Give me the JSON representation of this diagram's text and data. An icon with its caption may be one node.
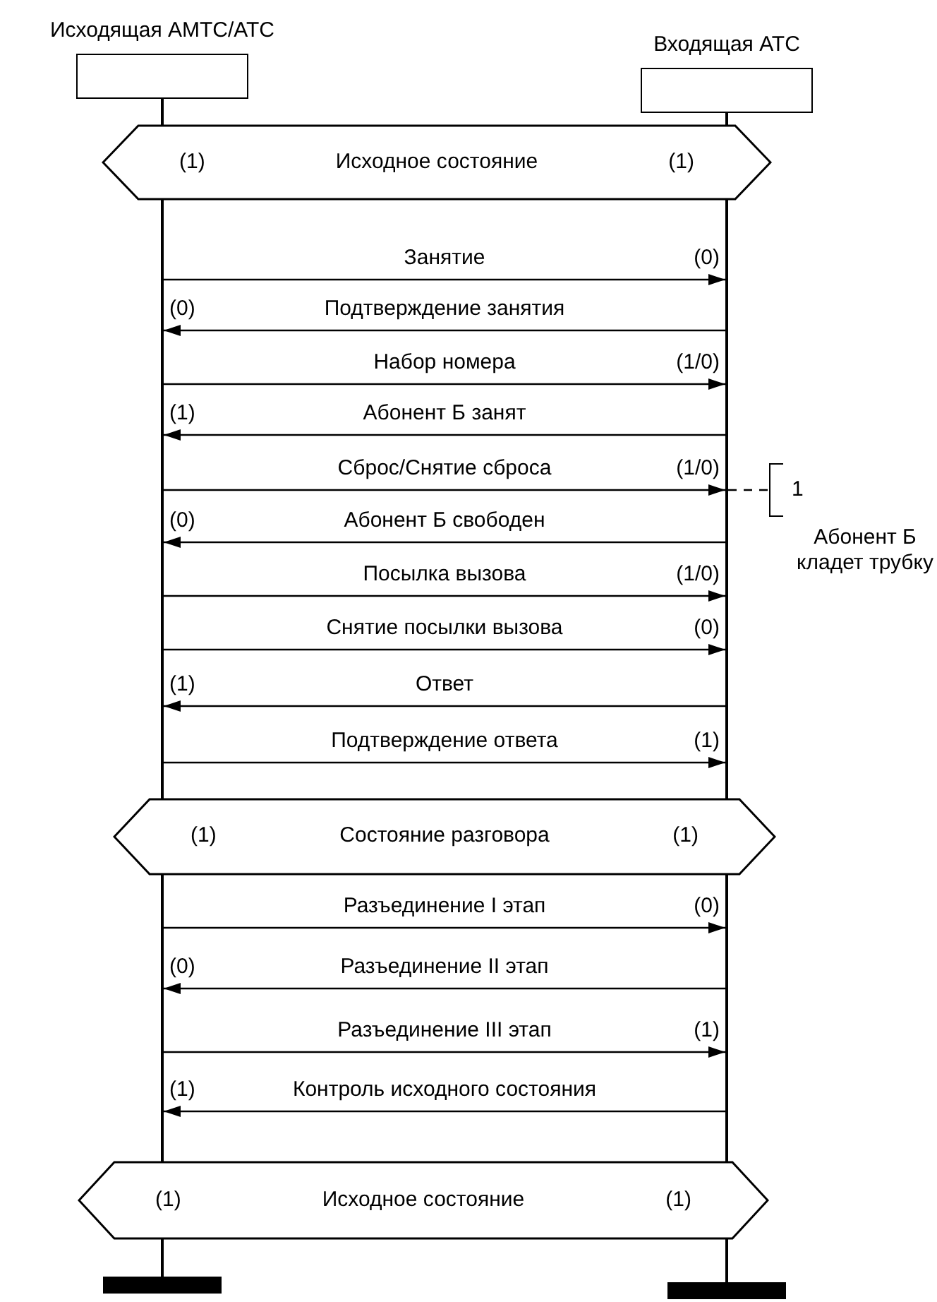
{
  "diagram": {
    "nodes": [
      {
        "text": [
          "Исходящая АМТС/АТС"
        ]
      },
      {
        "text": [
          "Входящая АТС"
        ]
      },
      {
        "text": [],
        "shape": "line"
      },
      {
        "text": [],
        "shape": "line"
      },
      {
        "text": [
          "(1)",
          "Исходное состояние",
          "(1)"
        ]
      },
      {
        "text": [
          "(1)",
          "Состояние разговора",
          "(1)"
        ]
      },
      {
        "text": [
          "(1)",
          "Исходное состояние",
          "(1)"
        ]
      },
      {
        "text": [],
        "shape": "bar"
      },
      {
        "text": [],
        "shape": "bar"
      },
      {
        "text": [
          "1"
        ],
        "beside": [
          "Абонент Б кладет трубку"
        ]
      }
    ],
    "edges": [
      {
        "from": 2,
        "to": 3,
        "arrow": "to",
        "label": "Занятие"
      },
      {
        "from": 3,
        "to": 2,
        "arrow": "to",
        "label": "Подтверждение занятия"
      },
      {
        "from": 2,
        "to": 3,
        "arrow": "to",
        "label": "Набор номера"
      },
      {
        "from": 3,
        "to": 2,
        "arrow": "to",
        "label": "Абонент Б занят"
      },
      {
        "from": 2,
        "to": 3,
        "arrow": "to",
        "label": "Сброс/Снятие сброса"
      },
      {
        "from": 3,
        "to": 2,
        "arrow": "to",
        "label": "Абонент Б свободен"
      },
      {
        "from": 2,
        "to": 3,
        "arrow": "to",
        "label": "Посылка вызова"
      },
      {
        "from": 2,
        "to": 3,
        "arrow": "to",
        "label": "Снятие посылки вызова"
      },
      {
        "from": 3,
        "to": 2,
        "arrow": "to",
        "label": "Ответ"
      },
      {
        "from": 2,
        "to": 3,
        "arrow": "to",
        "label": "Подтверждение ответа"
      },
      {
        "from": 2,
        "to": 3,
        "arrow": "to",
        "label": "Разъединение I этап"
      },
      {
        "from": 3,
        "to": 2,
        "arrow": "to",
        "label": "Разъединение II этап"
      },
      {
        "from": 2,
        "to": 3,
        "arrow": "to",
        "label": "Разъединение III этап"
      },
      {
        "from": 3,
        "to": 2,
        "arrow": "to",
        "label": "Контроль исходного состояния"
      },
      {
        "from": 3,
        "to": 9,
        "arrow": "none",
        "style": "dashed"
      }
    ],
    "labels": [
      "(0)",
      "(0)",
      "(1/0)",
      "(1)",
      "(1/0)",
      "(0)",
      "(1/0)",
      "(0)",
      "(1)",
      "(1)",
      "(0)",
      "(0)",
      "(1)",
      "(1)"
    ]
  }
}
